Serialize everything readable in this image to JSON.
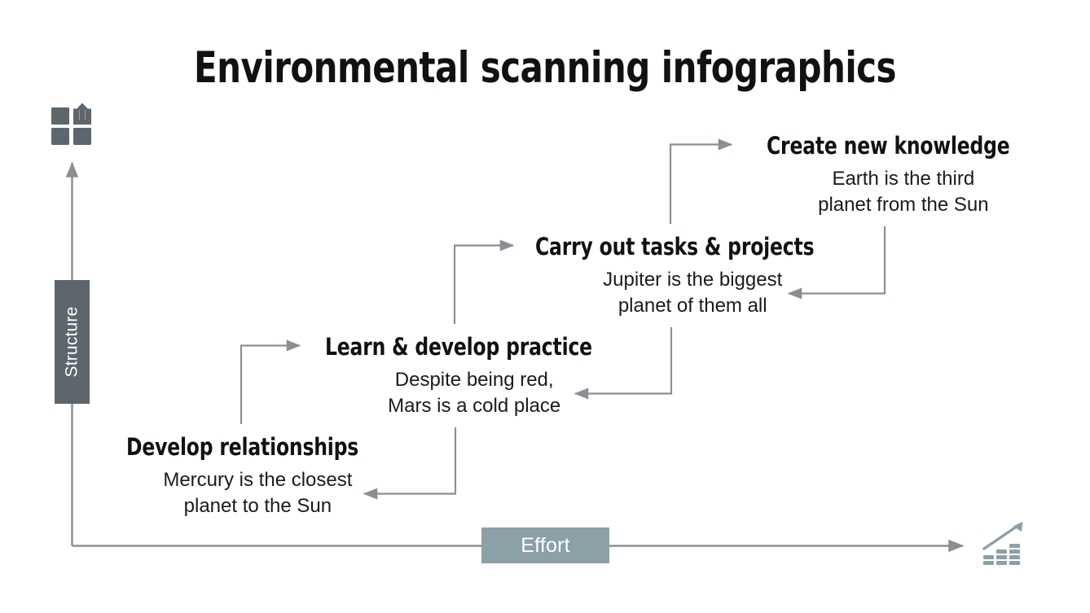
{
  "slide": {
    "title": "Environmental scanning infographics",
    "background_color": "#ffffff"
  },
  "colors": {
    "title_text": "#13110f",
    "body_text": "#1b1b1b",
    "structure_box": "#5d666d",
    "effort_box": "#8ba0a7",
    "connector_line": "#8a8f94",
    "axis_line": "#8a8f94",
    "icon": "#5d666d",
    "icon_growth": "#8ba0a7"
  },
  "axes": {
    "vertical": {
      "label": "Structure",
      "orientation": "vertical",
      "arrow_direction": "up"
    },
    "horizontal": {
      "label": "Effort",
      "orientation": "horizontal",
      "arrow_direction": "right"
    }
  },
  "icons": {
    "top_left": {
      "name": "grid-upload-icon",
      "description": "2x2 grid of squares with upward arrow"
    },
    "bottom_right": {
      "name": "growth-chart-icon",
      "description": "ascending block bars with upward diagonal arrow"
    }
  },
  "steps": [
    {
      "title": "Develop relationships",
      "body_line1": "Mercury is the closest",
      "body_line2": "planet to the Sun"
    },
    {
      "title": "Learn & develop practice",
      "body_line1": "Despite being red,",
      "body_line2": "Mars is a cold place"
    },
    {
      "title": "Carry out tasks & projects",
      "body_line1": "Jupiter is the biggest",
      "body_line2": "planet of them all"
    },
    {
      "title": "Create new knowledge",
      "body_line1": "Earth is the third",
      "body_line2": "planet from the Sun"
    }
  ]
}
